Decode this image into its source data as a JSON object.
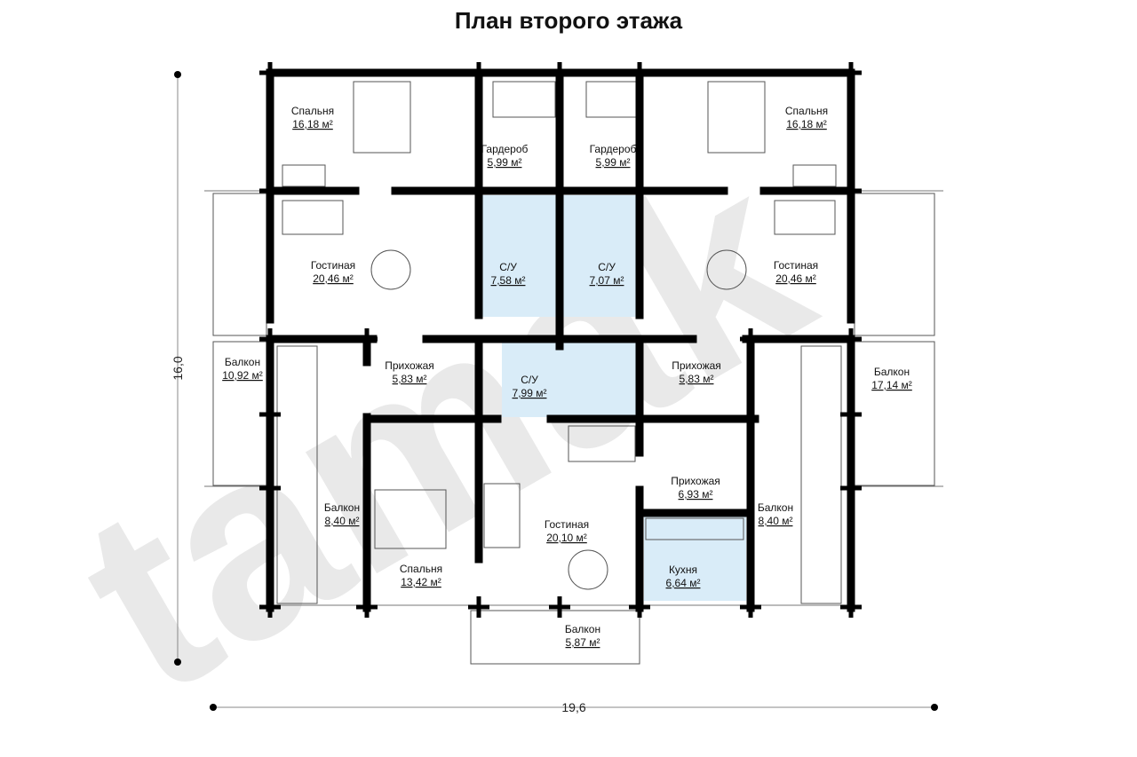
{
  "title": "План второго этажа",
  "watermark": "tamak",
  "dimensions": {
    "width": "19,6",
    "height": "16,0"
  },
  "colors": {
    "wall": "#000000",
    "wet_zone": "#d9ecf8",
    "watermark": "#e9e9e9"
  },
  "rooms": [
    {
      "name": "Спальня",
      "area": "16,18 м²"
    },
    {
      "name": "Гардероб",
      "area": "5,99 м²"
    },
    {
      "name": "Гардероб",
      "area": "5,99 м²"
    },
    {
      "name": "Спальня",
      "area": "16,18 м²"
    },
    {
      "name": "Гостиная",
      "area": "20,46 м²"
    },
    {
      "name": "С/У",
      "area": "7,58 м²"
    },
    {
      "name": "С/У",
      "area": "7,07 м²"
    },
    {
      "name": "Гостиная",
      "area": "20,46 м²"
    },
    {
      "name": "Балкон",
      "area": "10,92 м²"
    },
    {
      "name": "Прихожая",
      "area": "5,83 м²"
    },
    {
      "name": "С/У",
      "area": "7,99 м²"
    },
    {
      "name": "Прихожая",
      "area": "5,83 м²"
    },
    {
      "name": "Балкон",
      "area": "17,14 м²"
    },
    {
      "name": "Прихожая",
      "area": "6,93 м²"
    },
    {
      "name": "Балкон",
      "area": "8,40 м²"
    },
    {
      "name": "Гостиная",
      "area": "20,10 м²"
    },
    {
      "name": "Балкон",
      "area": "8,40 м²"
    },
    {
      "name": "Спальня",
      "area": "13,42 м²"
    },
    {
      "name": "Кухня",
      "area": "6,64 м²"
    },
    {
      "name": "Балкон",
      "area": "5,87 м²"
    }
  ]
}
